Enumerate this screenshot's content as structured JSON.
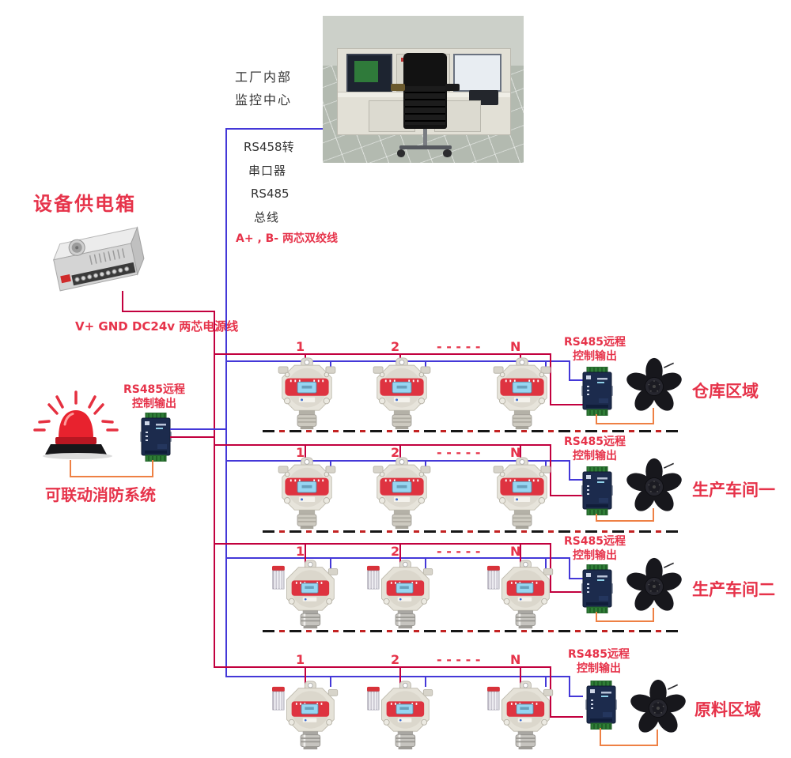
{
  "monitor_center": {
    "line1": "工厂内部",
    "line2": "监控中心"
  },
  "converter_label": {
    "line1": "RS458转",
    "line2": "串口器"
  },
  "bus_label": {
    "line1": "RS485",
    "line2": "总线"
  },
  "twisted_pair": "A+ , B-  两芯双绞线",
  "power": {
    "title": "设备供电箱",
    "cable": "V+  GND DC24v 两芯电源线"
  },
  "fire_link": "可联动消防系统",
  "rs485_out": {
    "line1": "RS485远程",
    "line2": "控制输出"
  },
  "rows": [
    {
      "n1": "1",
      "n2": "2",
      "dots": "- - - - -",
      "nN": "N",
      "region": "仓库区域"
    },
    {
      "n1": "1",
      "n2": "2",
      "dots": "- - - - -",
      "nN": "N",
      "region": "生产车间一"
    },
    {
      "n1": "1",
      "n2": "2",
      "dots": "- - - - -",
      "nN": "N",
      "region": "生产车间二"
    },
    {
      "n1": "1",
      "n2": "2",
      "dots": "- - - - -",
      "nN": "N",
      "region": "原料区域"
    }
  ],
  "colors": {
    "label_red": "#e6334a",
    "bus_red": "#c2003e",
    "bus_blue": "#4438d8",
    "wire_orange": "#ee8044",
    "module_navy": "#1c2b4d",
    "terminal_green": "#2e7d36"
  }
}
